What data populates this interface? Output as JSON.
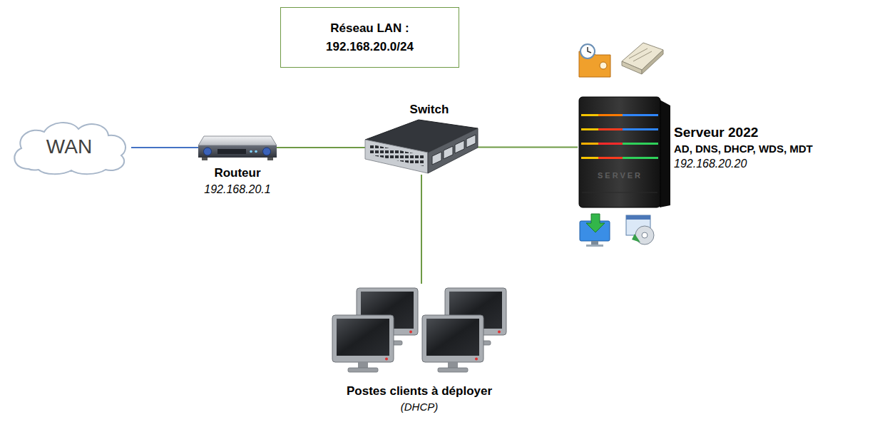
{
  "diagram": {
    "nodes": [
      {
        "text": [
          "Réseau LAN : 192.168.20.0/24"
        ]
      },
      {
        "text": [
          "WAN"
        ]
      },
      {
        "text": [
          "Routeur",
          "192.168.20.1"
        ]
      },
      {
        "text": [
          "Switch"
        ]
      },
      {
        "text": [
          "Serveur 2022",
          "AD, DNS, DHCP, WDS, MDT",
          "192.168.20.20"
        ]
      },
      {
        "text": [
          "Postes clients à déployer",
          "(DHCP)"
        ]
      }
    ],
    "edges": [
      {
        "from": 1,
        "to": 2,
        "arrow": "none"
      },
      {
        "from": 2,
        "to": 3,
        "arrow": "none"
      },
      {
        "from": 3,
        "to": 4,
        "arrow": "none"
      },
      {
        "from": 3,
        "to": 5,
        "arrow": "none"
      }
    ],
    "labels": [
      "SERVER"
    ]
  }
}
